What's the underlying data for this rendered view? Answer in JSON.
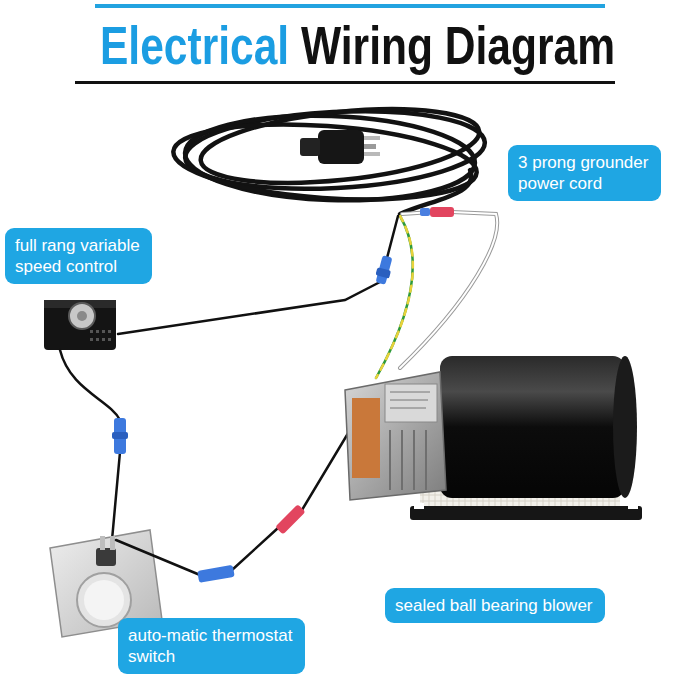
{
  "diagram": {
    "title": "Electrical Wiring Diagram",
    "nodes": [
      {
        "text": [
          "3 prong grounder power cord"
        ]
      },
      {
        "text": [
          "full rang variable speed control"
        ]
      },
      {
        "text": [
          "sealed ball bearing blower"
        ]
      },
      {
        "text": [
          "auto-matic thermostat switch"
        ]
      }
    ]
  }
}
